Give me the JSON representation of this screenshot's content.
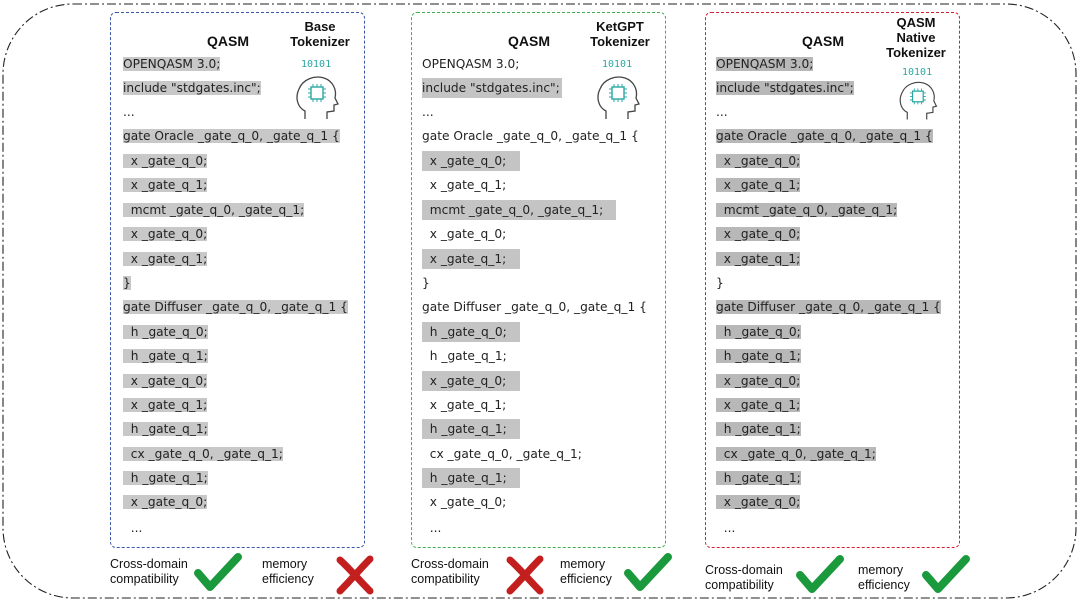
{
  "panels": [
    {
      "id": "base",
      "qasm_label": "QASM",
      "title_lines": [
        "Base",
        "Tokenizer"
      ],
      "bits": "10101",
      "border_color": "#3a57a8",
      "lines": [
        "OPENQASM 3.0;",
        "include \"stdgates.inc\";",
        "...",
        "gate Oracle _gate_q_0, _gate_q_1 {",
        "  x _gate_q_0;",
        "  x _gate_q_1;",
        "  mcmt _gate_q_0, _gate_q_1;",
        "  x _gate_q_0;",
        "  x _gate_q_1;",
        "}",
        "gate Diffuser _gate_q_0, _gate_q_1 {",
        "  h _gate_q_0;",
        "  h _gate_q_1;",
        "  x _gate_q_0;",
        "  x _gate_q_1;",
        "  h _gate_q_1;",
        "  cx _gate_q_0, _gate_q_1;",
        "  h _gate_q_1;",
        "  x _gate_q_0;",
        "  ..."
      ],
      "footer_left": [
        "Cross-domain",
        "compatibility"
      ],
      "footer_right": [
        "memory",
        "efficiency"
      ],
      "left_mark": "check",
      "right_mark": "cross"
    },
    {
      "id": "ketgpt",
      "qasm_label": "QASM",
      "title_lines": [
        "KetGPT",
        "Tokenizer"
      ],
      "bits": "10101",
      "border_color": "#3fae56",
      "lines": [
        "OPENQASM 3.0;",
        "include \"stdgates.inc\";",
        "...",
        "gate Oracle _gate_q_0, _gate_q_1 {",
        "  x _gate_q_0;",
        "  x _gate_q_1;",
        "  mcmt _gate_q_0, _gate_q_1;",
        "  x _gate_q_0;",
        "  x _gate_q_1;",
        "}",
        "gate Diffuser _gate_q_0, _gate_q_1 {",
        "  h _gate_q_0;",
        "  h _gate_q_1;",
        "  x _gate_q_0;",
        "  x _gate_q_1;",
        "  h _gate_q_1;",
        "  cx _gate_q_0, _gate_q_1;",
        "  h _gate_q_1;",
        "  x _gate_q_0;",
        "  ..."
      ],
      "footer_left": [
        "Cross-domain",
        "compatibility"
      ],
      "footer_right": [
        "memory",
        "efficiency"
      ],
      "left_mark": "cross",
      "right_mark": "check"
    },
    {
      "id": "native",
      "qasm_label": "QASM",
      "title_lines": [
        "QASM",
        "Native",
        "Tokenizer"
      ],
      "bits": "10101",
      "border_color": "#cc2233",
      "lines": [
        "OPENQASM 3.0;",
        "include \"stdgates.inc\";",
        "...",
        "gate Oracle _gate_q_0, _gate_q_1 {",
        "  x _gate_q_0;",
        "  x _gate_q_1;",
        "  mcmt _gate_q_0, _gate_q_1;",
        "  x _gate_q_0;",
        "  x _gate_q_1;",
        "}",
        "gate Diffuser _gate_q_0, _gate_q_1 {",
        "  h _gate_q_0;",
        "  h _gate_q_1;",
        "  x _gate_q_0;",
        "  x _gate_q_1;",
        "  h _gate_q_1;",
        "  cx _gate_q_0, _gate_q_1;",
        "  h _gate_q_1;",
        "  x _gate_q_0;",
        "  ..."
      ],
      "footer_left": [
        "Cross-domain",
        "compatibility"
      ],
      "footer_right": [
        "memory",
        "efficiency"
      ],
      "left_mark": "check",
      "right_mark": "check"
    }
  ],
  "colors": {
    "check": "#1a9a3c",
    "cross": "#c41f1f",
    "token": "#c4c4c4",
    "bits": "#2aa7a3"
  }
}
